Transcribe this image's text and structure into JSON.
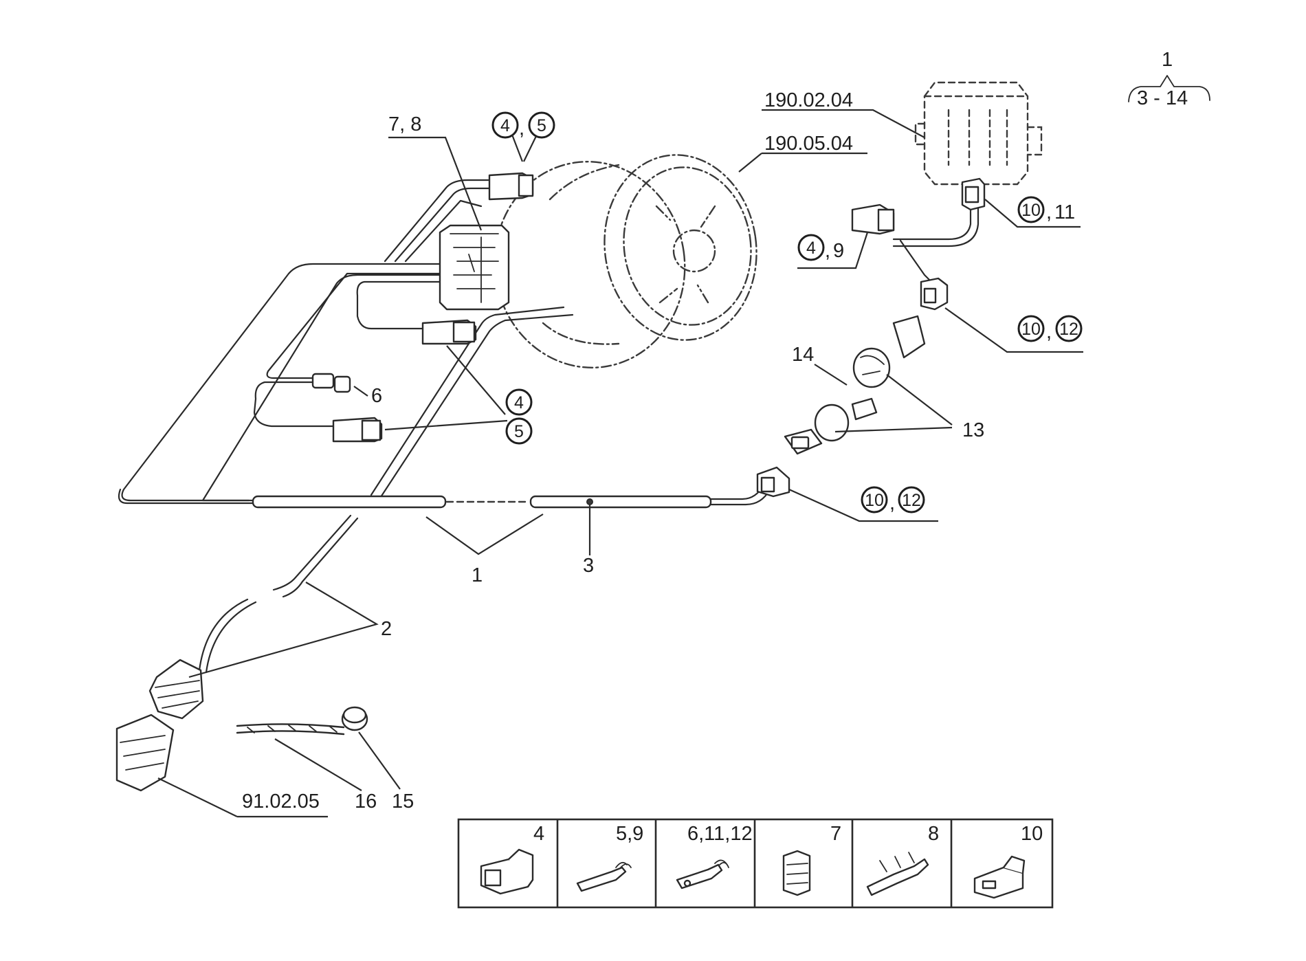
{
  "group_label": {
    "top": "1",
    "range": "3 - 14"
  },
  "references": {
    "fuse_box": "190.02.04",
    "instrument": "190.05.04",
    "sensor": "91.02.05"
  },
  "callouts": {
    "part_7_8": "7, 8",
    "part_6": "6",
    "part_14": "14",
    "part_13": "13",
    "part_1": "1",
    "part_2": "2",
    "part_3": "3",
    "part_16": "16",
    "part_15": "15",
    "num_4": "4",
    "num_5": "5",
    "num_9": "9",
    "num_10": "10",
    "num_11": "11",
    "num_12": "12",
    "comma": ","
  },
  "legend": [
    {
      "label": "4",
      "icon": "housing-4pin-icon"
    },
    {
      "label": "5,9",
      "icon": "terminal-male-icon"
    },
    {
      "label": "6,11,12",
      "icon": "terminal-female-icon"
    },
    {
      "label": "7",
      "icon": "switch-housing-icon"
    },
    {
      "label": "8",
      "icon": "terminal-strip-icon"
    },
    {
      "label": "10",
      "icon": "housing-single-icon"
    }
  ]
}
